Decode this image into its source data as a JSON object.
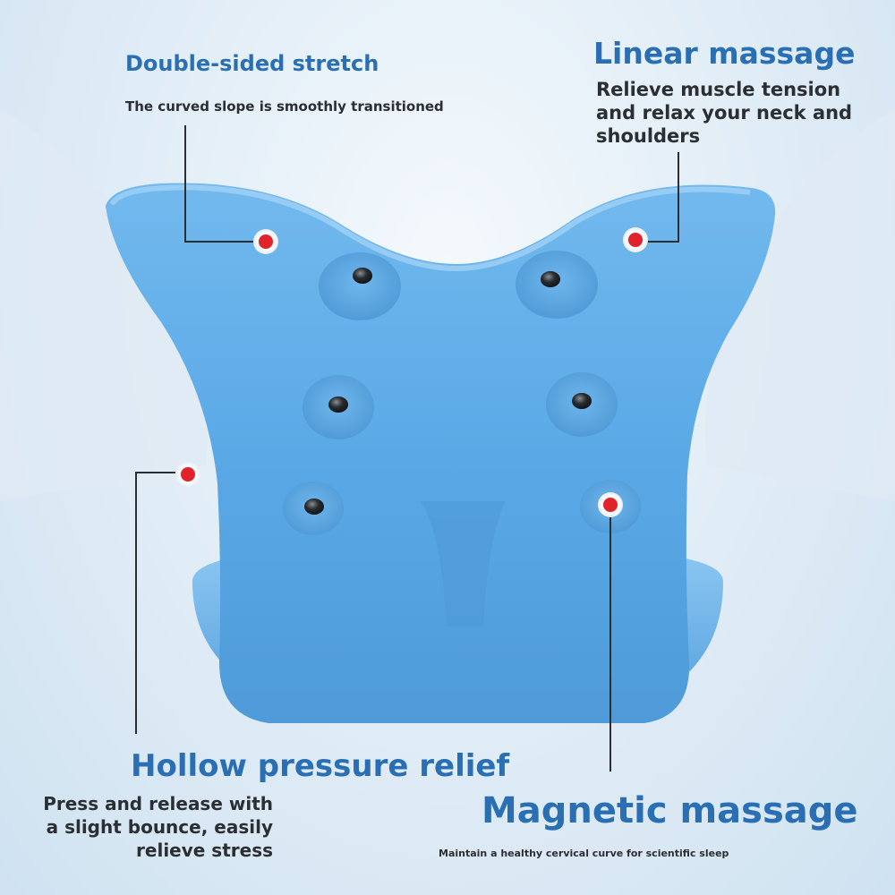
{
  "features": {
    "double_sided": {
      "title": "Double-sided stretch",
      "desc": "The curved slope is smoothly transitioned"
    },
    "linear": {
      "title": "Linear massage",
      "desc_line1": "Relieve muscle tension",
      "desc_line2": "and relax your neck and",
      "desc_line3": "shoulders"
    },
    "hollow": {
      "title": "Hollow pressure relief",
      "desc_line1": "Press and release with",
      "desc_line2": "a slight bounce, easily",
      "desc_line3": "relieve stress"
    },
    "magnetic": {
      "title": "Magnetic massage",
      "desc": "Maintain a healthy cervical curve for scientific sleep"
    }
  },
  "colors": {
    "heading_blue": "#2a6fb3",
    "product_blue": "#5aa9e6",
    "marker_red": "#e0242c",
    "text_dark": "#2b2e33"
  }
}
